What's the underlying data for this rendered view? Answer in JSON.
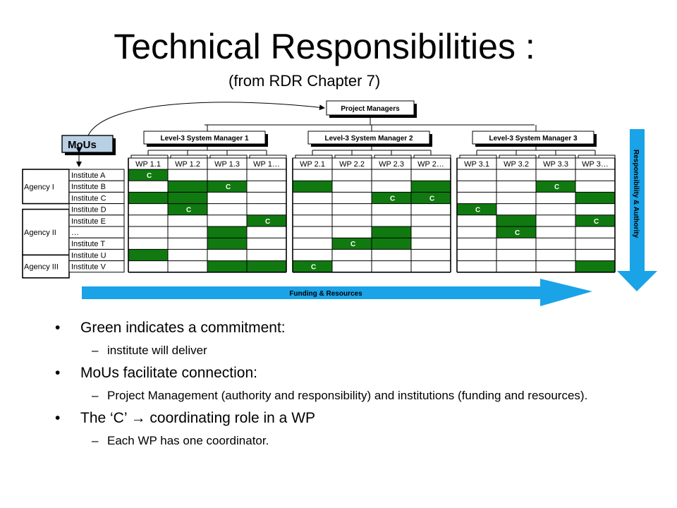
{
  "slide": {
    "title": "Technical Responsibilities :",
    "subtitle": "(from  RDR Chapter 7)"
  },
  "diagram": {
    "project_managers": "Project Managers",
    "mous": "MoUs",
    "managers": [
      "Level-3 System Manager 1",
      "Level-3 System Manager 2",
      "Level-3 System Manager 3"
    ],
    "wp_labels": [
      [
        "WP 1.1",
        "WP 1.2",
        "WP 1.3",
        "WP 1…"
      ],
      [
        "WP 2.1",
        "WP 2.2",
        "WP 2.3",
        "WP 2…"
      ],
      [
        "WP 3.1",
        "WP 3.2",
        "WP 3.3",
        "WP 3…"
      ]
    ],
    "agencies": [
      {
        "name": "Agency I",
        "institutes": [
          "Institute A",
          "Institute B",
          "Institute C"
        ]
      },
      {
        "name": "Agency II",
        "institutes": [
          "Institute D",
          "Institute E",
          "…",
          "Institute T"
        ]
      },
      {
        "name": "Agency III",
        "institutes": [
          "Institute U",
          "Institute V"
        ]
      }
    ],
    "grid": {
      "legend": {
        "G": "commitment",
        "C": "coordinator",
        "-": "empty"
      },
      "coordinator_mark": "C",
      "rows": [
        [
          "C---",
          "----",
          "----"
        ],
        [
          "-GC-",
          "G--G",
          "--C-"
        ],
        [
          "GG--",
          "--CC",
          "---G"
        ],
        [
          "-C--",
          "----",
          "C---"
        ],
        [
          "---C",
          "----",
          "-G-C"
        ],
        [
          "--G-",
          "--G-",
          "-C--"
        ],
        [
          "--G-",
          "-CG-",
          "----"
        ],
        [
          "G---",
          "----",
          "----"
        ],
        [
          "--GG",
          "C---",
          "---G"
        ]
      ]
    },
    "funding_label": "Funding & Resources",
    "responsibility_label": "Responsibility & Authority",
    "colors": {
      "commitment": "#107a10",
      "arrow": "#1aa3e6",
      "mous_box": "#b9cfe4",
      "grid_line": "#000000"
    }
  },
  "bullets": [
    {
      "text": "Green indicates a commitment:",
      "subs": [
        "institute will deliver"
      ]
    },
    {
      "text": "MoUs facilitate connection:",
      "subs": [
        " Project Management (authority and responsibility) and institutions (funding and resources)."
      ]
    },
    {
      "text": "The ‘C’ → coordinating role in a WP",
      "subs": [
        "Each WP has one coordinator."
      ]
    }
  ]
}
